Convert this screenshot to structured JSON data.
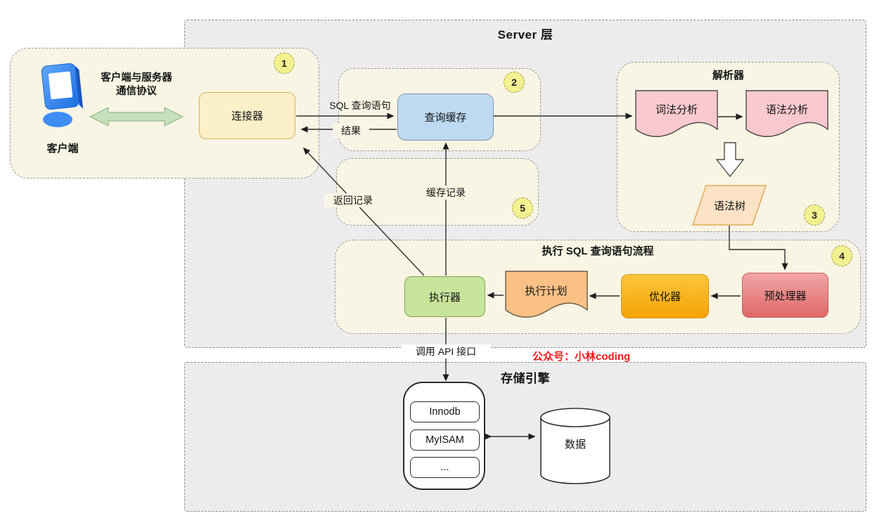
{
  "layers": {
    "server_title": "Server 层",
    "storage_title": "存储引擎"
  },
  "client_group": {
    "badge": "1",
    "client_label": "客户端",
    "protocol_line1": "客户端与服务器",
    "protocol_line2": "通信协议",
    "connector_label": "连接器"
  },
  "cache_group": {
    "badge": "2",
    "query_cache_label": "查询缓存"
  },
  "bridge_group": {
    "badge": "5"
  },
  "parser_group": {
    "badge": "3",
    "title": "解析器",
    "lexical_label": "词法分析",
    "syntax_label": "语法分析",
    "syntax_tree_label": "语法树"
  },
  "flow_group": {
    "badge": "4",
    "title": "执行 SQL 查询语句流程",
    "executor_label": "执行器",
    "exec_plan_label": "执行计划",
    "optimizer_label": "优化器",
    "preprocessor_label": "预处理器"
  },
  "edge_labels": {
    "sql_query": "SQL 查询语句",
    "result": "结果",
    "return_records": "返回记录",
    "cache_records": "缓存记录",
    "call_api": "调用 API 接口"
  },
  "storage_group": {
    "engines": [
      "Innodb",
      "MyISAM",
      "..."
    ],
    "data_label": "数据"
  },
  "watermark": "公众号：小林coding",
  "icons": {
    "client_icon": "monitor-icon",
    "protocol_arrow": "double-headed-block-arrow-icon",
    "parser_flow_arrow": "block-down-arrow-icon",
    "data_store": "database-cylinder-icon"
  },
  "colors": {
    "layer_bg": "#ECECEC",
    "group_bg": "#F8F5E4",
    "connector_fill": "#FBF0C7",
    "query_cache_fill": "#BDDAF2",
    "executor_fill": "#C8E49B",
    "optimizer_fill_top": "#FDC53D",
    "optimizer_fill_bottom": "#F3A304",
    "preprocessor_fill_top": "#F2A6A6",
    "preprocessor_fill_bottom": "#E06767",
    "document_pink": "#F8C9CE",
    "document_orange": "#F9C185",
    "syntax_tree_fill": "#FCE3C5",
    "badge_fill": "#F3F18F",
    "protocol_arrow_fill": "#C7E0BC",
    "watermark_red": "#F31A1A",
    "line_color": "#2e2e2e"
  }
}
